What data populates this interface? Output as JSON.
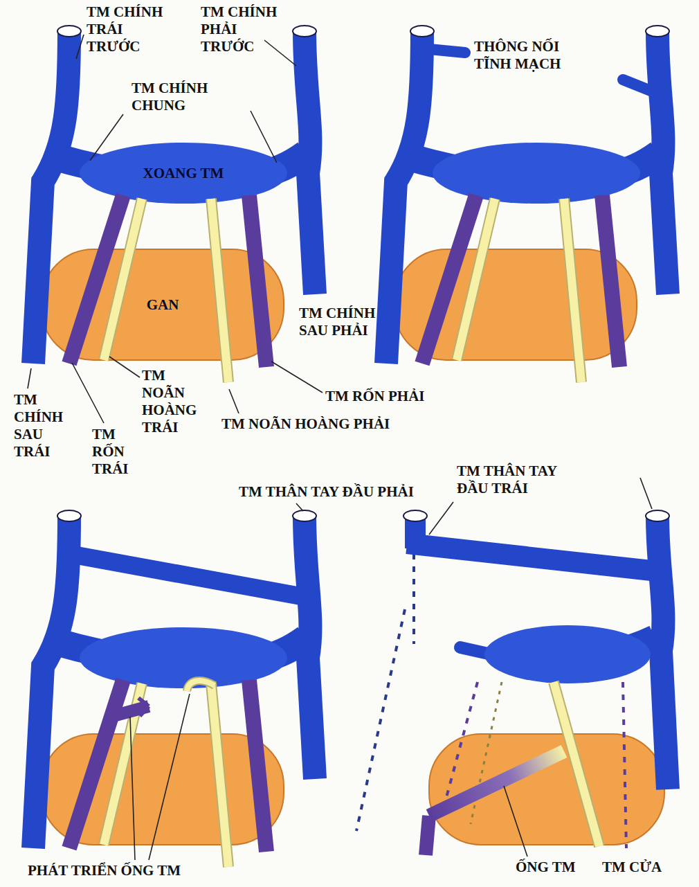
{
  "diagram": {
    "nodes": [
      {
        "text": [
          "XOANG TM"
        ]
      },
      {
        "text": [
          "GAN"
        ]
      }
    ],
    "labels": [
      "TM CHÍNH TRÁI TRƯỚC",
      "TM CHÍNH PHẢI TRƯỚC",
      "TM CHÍNH CHUNG",
      "TM CHÍNH SAU PHẢI",
      "TM CHÍNH SAU TRÁI",
      "TM RỐN TRÁI",
      "TM NOÃN HOÀNG TRÁI",
      "TM RỐN PHẢI",
      "TM NOÃN HOÀNG PHẢI",
      "THÔNG NỐI TĨNH MẠCH",
      "TM THÂN TAY ĐẦU PHẢI",
      "TM THÂN TAY ĐẦU TRÁI",
      "PHÁT TRIỂN ỐNG TM",
      "ỐNG TM",
      "TM CỬA"
    ]
  }
}
